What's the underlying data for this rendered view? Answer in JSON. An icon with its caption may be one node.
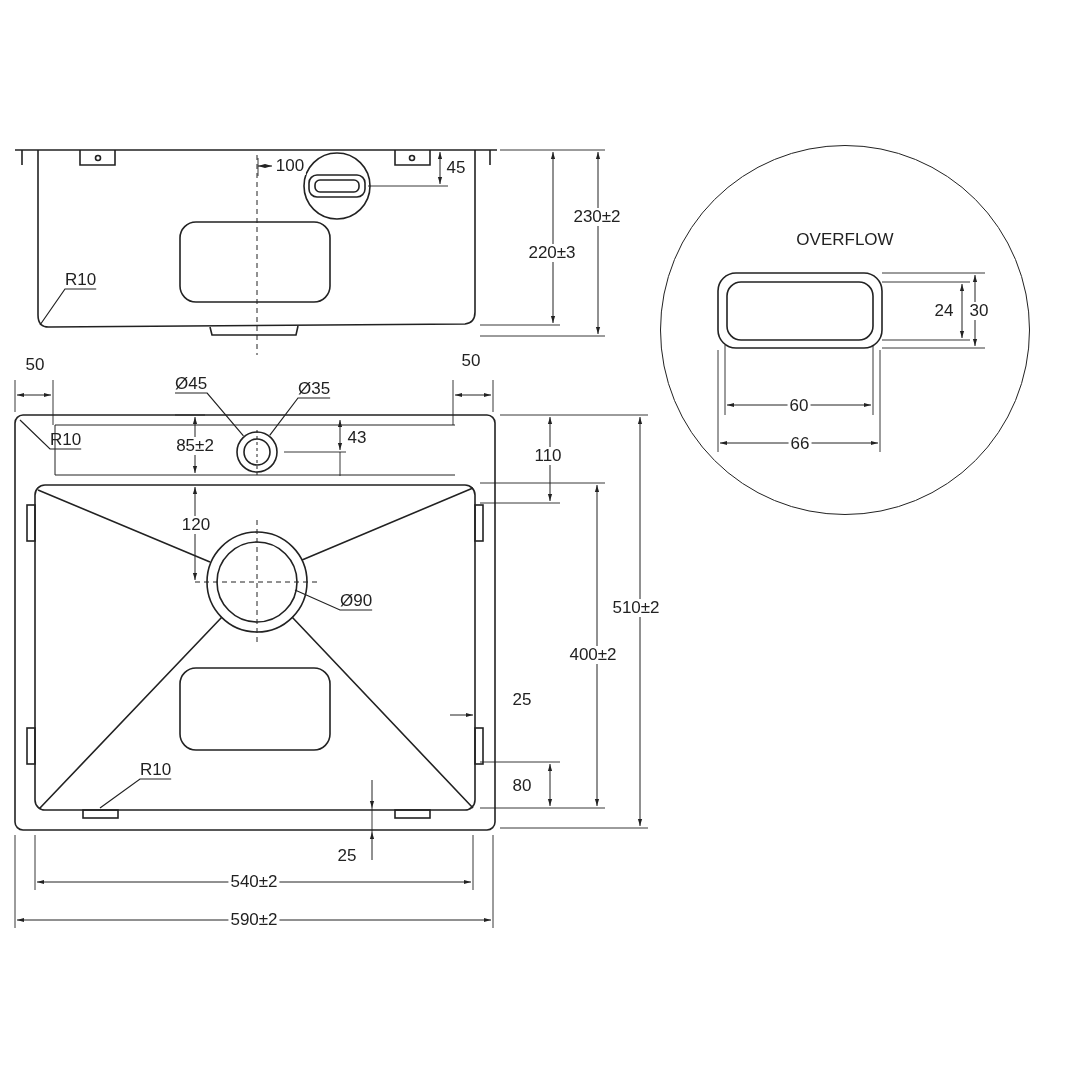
{
  "diagram": {
    "nodes": [
      {
        "text": [
          "OVERFLOW"
        ]
      },
      {
        "text": [
          "R10"
        ]
      },
      {
        "text": [
          "Ø45"
        ]
      },
      {
        "text": [
          "Ø35"
        ]
      },
      {
        "text": [
          "R10"
        ]
      },
      {
        "text": [
          "Ø90"
        ]
      },
      {
        "text": [
          "R10"
        ]
      },
      {
        "text": [],
        "shape": "circle"
      }
    ],
    "edges": [
      {
        "from": 1,
        "to": null,
        "arrow": "none"
      },
      {
        "from": 2,
        "to": 7,
        "arrow": "none"
      },
      {
        "from": 3,
        "to": 7,
        "arrow": "none"
      },
      {
        "from": 4,
        "to": null,
        "arrow": "none"
      },
      {
        "from": 5,
        "to": null,
        "arrow": "none"
      },
      {
        "from": 6,
        "to": null,
        "arrow": "none"
      }
    ],
    "labels": [
      "100",
      "45",
      "230±2",
      "220±3",
      "24",
      "30",
      "50",
      "50",
      "85±2",
      "43",
      "110",
      "120",
      "60",
      "66",
      "510±2",
      "400±2",
      "25",
      "80",
      "25",
      "540±2",
      "590±2"
    ]
  }
}
